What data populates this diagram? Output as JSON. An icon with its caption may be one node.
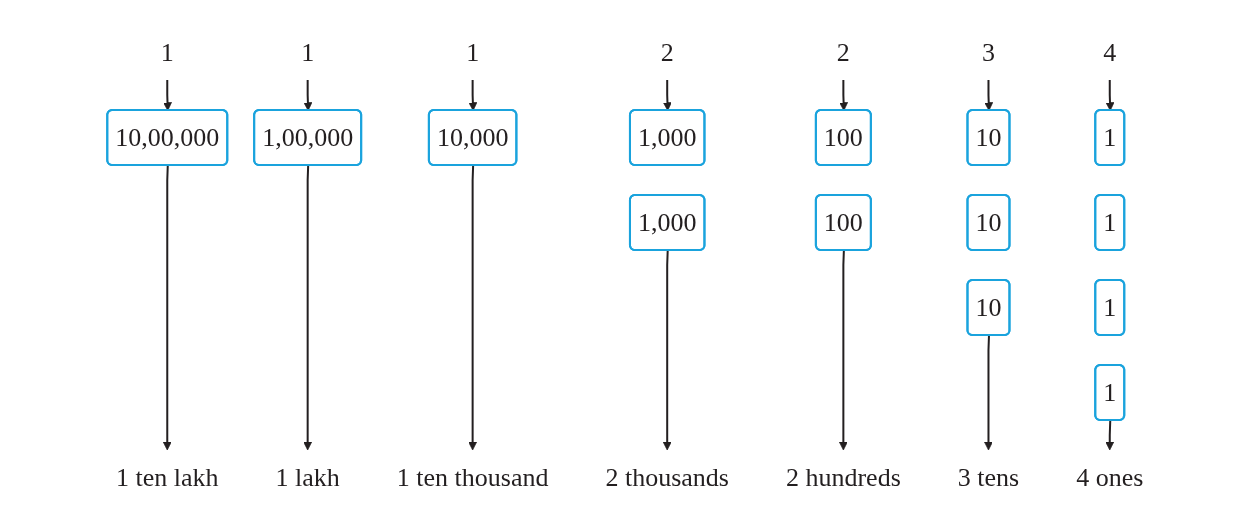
{
  "diagram": {
    "nodes": [
      {
        "text": [
          "1"
        ]
      },
      {
        "text": [
          "1"
        ]
      },
      {
        "text": [
          "1"
        ]
      },
      {
        "text": [
          "2"
        ]
      },
      {
        "text": [
          "2"
        ]
      },
      {
        "text": [
          "3"
        ]
      },
      {
        "text": [
          "4"
        ]
      },
      {
        "text": [
          "10,00,000"
        ]
      },
      {
        "text": [
          "1,00,000"
        ]
      },
      {
        "text": [
          "10,000"
        ]
      },
      {
        "text": [
          "1,000"
        ]
      },
      {
        "text": [
          "100"
        ]
      },
      {
        "text": [
          "10"
        ]
      },
      {
        "text": [
          "1"
        ]
      },
      {
        "text": [
          "1,000"
        ]
      },
      {
        "text": [
          "100"
        ]
      },
      {
        "text": [
          "10"
        ]
      },
      {
        "text": [
          "1"
        ]
      },
      {
        "text": [
          "10"
        ]
      },
      {
        "text": [
          "1"
        ]
      },
      {
        "text": [
          "1"
        ]
      },
      {
        "text": [
          "1 ten lakh"
        ]
      },
      {
        "text": [
          "1 lakh"
        ]
      },
      {
        "text": [
          "1 ten thousand"
        ]
      },
      {
        "text": [
          "2 thousands"
        ]
      },
      {
        "text": [
          "2 hundreds"
        ]
      },
      {
        "text": [
          "3 tens"
        ]
      },
      {
        "text": [
          "4 ones"
        ]
      }
    ],
    "edges": [
      {
        "from": 0,
        "to": 7,
        "arrow": "to"
      },
      {
        "from": 1,
        "to": 8,
        "arrow": "to"
      },
      {
        "from": 2,
        "to": 9,
        "arrow": "to"
      },
      {
        "from": 3,
        "to": 10,
        "arrow": "to"
      },
      {
        "from": 4,
        "to": 11,
        "arrow": "to"
      },
      {
        "from": 5,
        "to": 12,
        "arrow": "to"
      },
      {
        "from": 6,
        "to": 13,
        "arrow": "to"
      },
      {
        "from": 7,
        "to": 21,
        "arrow": "to"
      },
      {
        "from": 8,
        "to": 22,
        "arrow": "to"
      },
      {
        "from": 9,
        "to": 23,
        "arrow": "to"
      },
      {
        "from": 14,
        "to": 24,
        "arrow": "to"
      },
      {
        "from": 15,
        "to": 25,
        "arrow": "to"
      },
      {
        "from": 18,
        "to": 26,
        "arrow": "to"
      },
      {
        "from": 20,
        "to": 27,
        "arrow": "to"
      }
    ]
  }
}
